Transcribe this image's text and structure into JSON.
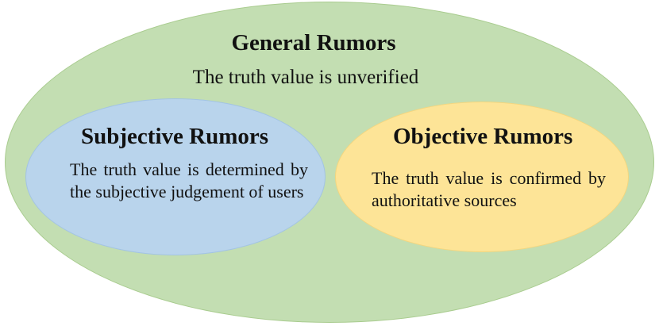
{
  "diagram": {
    "general": {
      "title": "General Rumors",
      "description": "The truth value is unverified",
      "fill": "#c3deb2",
      "border": "#a9cc8f"
    },
    "subjective": {
      "title": "Subjective Rumors",
      "description": "The truth value is determined by the subjective judgement of users",
      "fill": "#b9d4ec",
      "border": "#a3c4e3"
    },
    "objective": {
      "title": "Objective Rumors",
      "description": "The truth value is confirmed by authoritative sources",
      "fill": "#fde497",
      "border": "#f3d67f"
    }
  }
}
